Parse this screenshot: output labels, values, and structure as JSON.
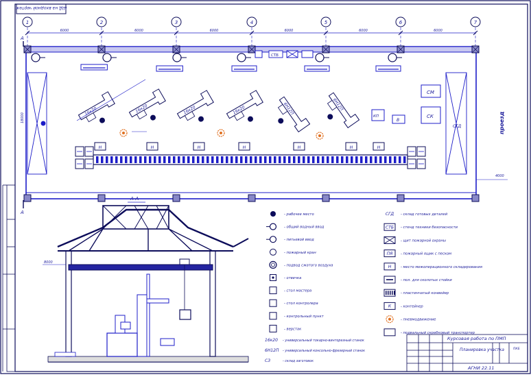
{
  "sheet": {
    "rotated_label": "ШД на входной чертеж",
    "colors": {
      "ink": "#1c1cc8",
      "dark": "#0c0c5a",
      "gray": "#9a9a9a",
      "paper": "#ffffff"
    }
  },
  "plan": {
    "axis_labels": [
      "1",
      "2",
      "3",
      "4",
      "5",
      "6",
      "7"
    ],
    "dims": [
      "6000",
      "6000",
      "6000",
      "6000",
      "6000",
      "6000"
    ],
    "left_dim": "18000",
    "right_dim": "4000",
    "sect_a_top": "А",
    "sect_a_bottom": "А",
    "stb_label": "СТБ",
    "cm_label": "СМ",
    "ck_label": "СК",
    "spd_label": "СГД",
    "proezd_label": "проезд",
    "mach_labels": [
      "16к20",
      "16к20",
      "16к20",
      "16к20",
      "6Н12П",
      "6Н12П"
    ],
    "kp_label": "КП",
    "v_label": "В",
    "station_label": "Н"
  },
  "section": {
    "title": "А-А",
    "height_mark": "8000"
  },
  "legend": {
    "left": [
      {
        "icon": "worker",
        "text": "- рабочее место"
      },
      {
        "icon": "water-fountain",
        "text": "- общий водный ввод"
      },
      {
        "icon": "drink-fountain",
        "text": "- питьевой ввод"
      },
      {
        "icon": "fire-crane",
        "text": "- пожарный кран"
      },
      {
        "icon": "air-supply",
        "text": "- подвод сжатого воздуха"
      },
      {
        "icon": "sink",
        "text": "- отвечка"
      },
      {
        "icon": "master-table",
        "text": "- стол мастера"
      },
      {
        "icon": "controller-table",
        "text": "- стол контролера"
      },
      {
        "icon": "control-point",
        "text": "- контрольный пункт"
      },
      {
        "icon": "workbench",
        "text": "- верстак"
      }
    ],
    "left_codes": [
      {
        "code": "16к20",
        "text": "- универсальный токарно-винторезный станок"
      },
      {
        "code": "6Н12П",
        "text": "- универсальный консольно-фрезерный станок"
      },
      {
        "code": "СЗ",
        "text": "- склад заготовок"
      }
    ],
    "right": [
      {
        "code": "СГД",
        "text": "- склад готовых деталей",
        "boxed": false
      },
      {
        "code": "СТБ",
        "text": "- стенд техники безопасности",
        "boxed": true
      },
      {
        "code": "",
        "text": "- щит пожарной охраны",
        "boxed": true,
        "icon": "cross-box"
      },
      {
        "code": "ПЯ",
        "text": "- пожарный ящик с песком",
        "boxed": true
      },
      {
        "code": "Н",
        "text": "- место межоперационного складирования",
        "boxed": true
      },
      {
        "code": "",
        "text": "- пол. для сколотых стойки",
        "boxed": true,
        "icon": "slash-box"
      },
      {
        "code": "",
        "text": "- пластинчатый конвейер",
        "boxed": true,
        "icon": "conveyor"
      },
      {
        "code": "К",
        "text": "- контейнер",
        "boxed": true
      },
      {
        "code": "",
        "text": "- пневмодвижение",
        "boxed": false,
        "icon": "pneumo"
      },
      {
        "code": "",
        "text": "- подвальный скребковый транспортер",
        "boxed": true,
        "icon": "empty-box"
      }
    ]
  },
  "title_block": {
    "work_title": "Курсовая работа по ПМП",
    "drawing_name": "Планировка участка",
    "sheet_code": "АГНИ 22.11",
    "small": "ПКБ"
  }
}
